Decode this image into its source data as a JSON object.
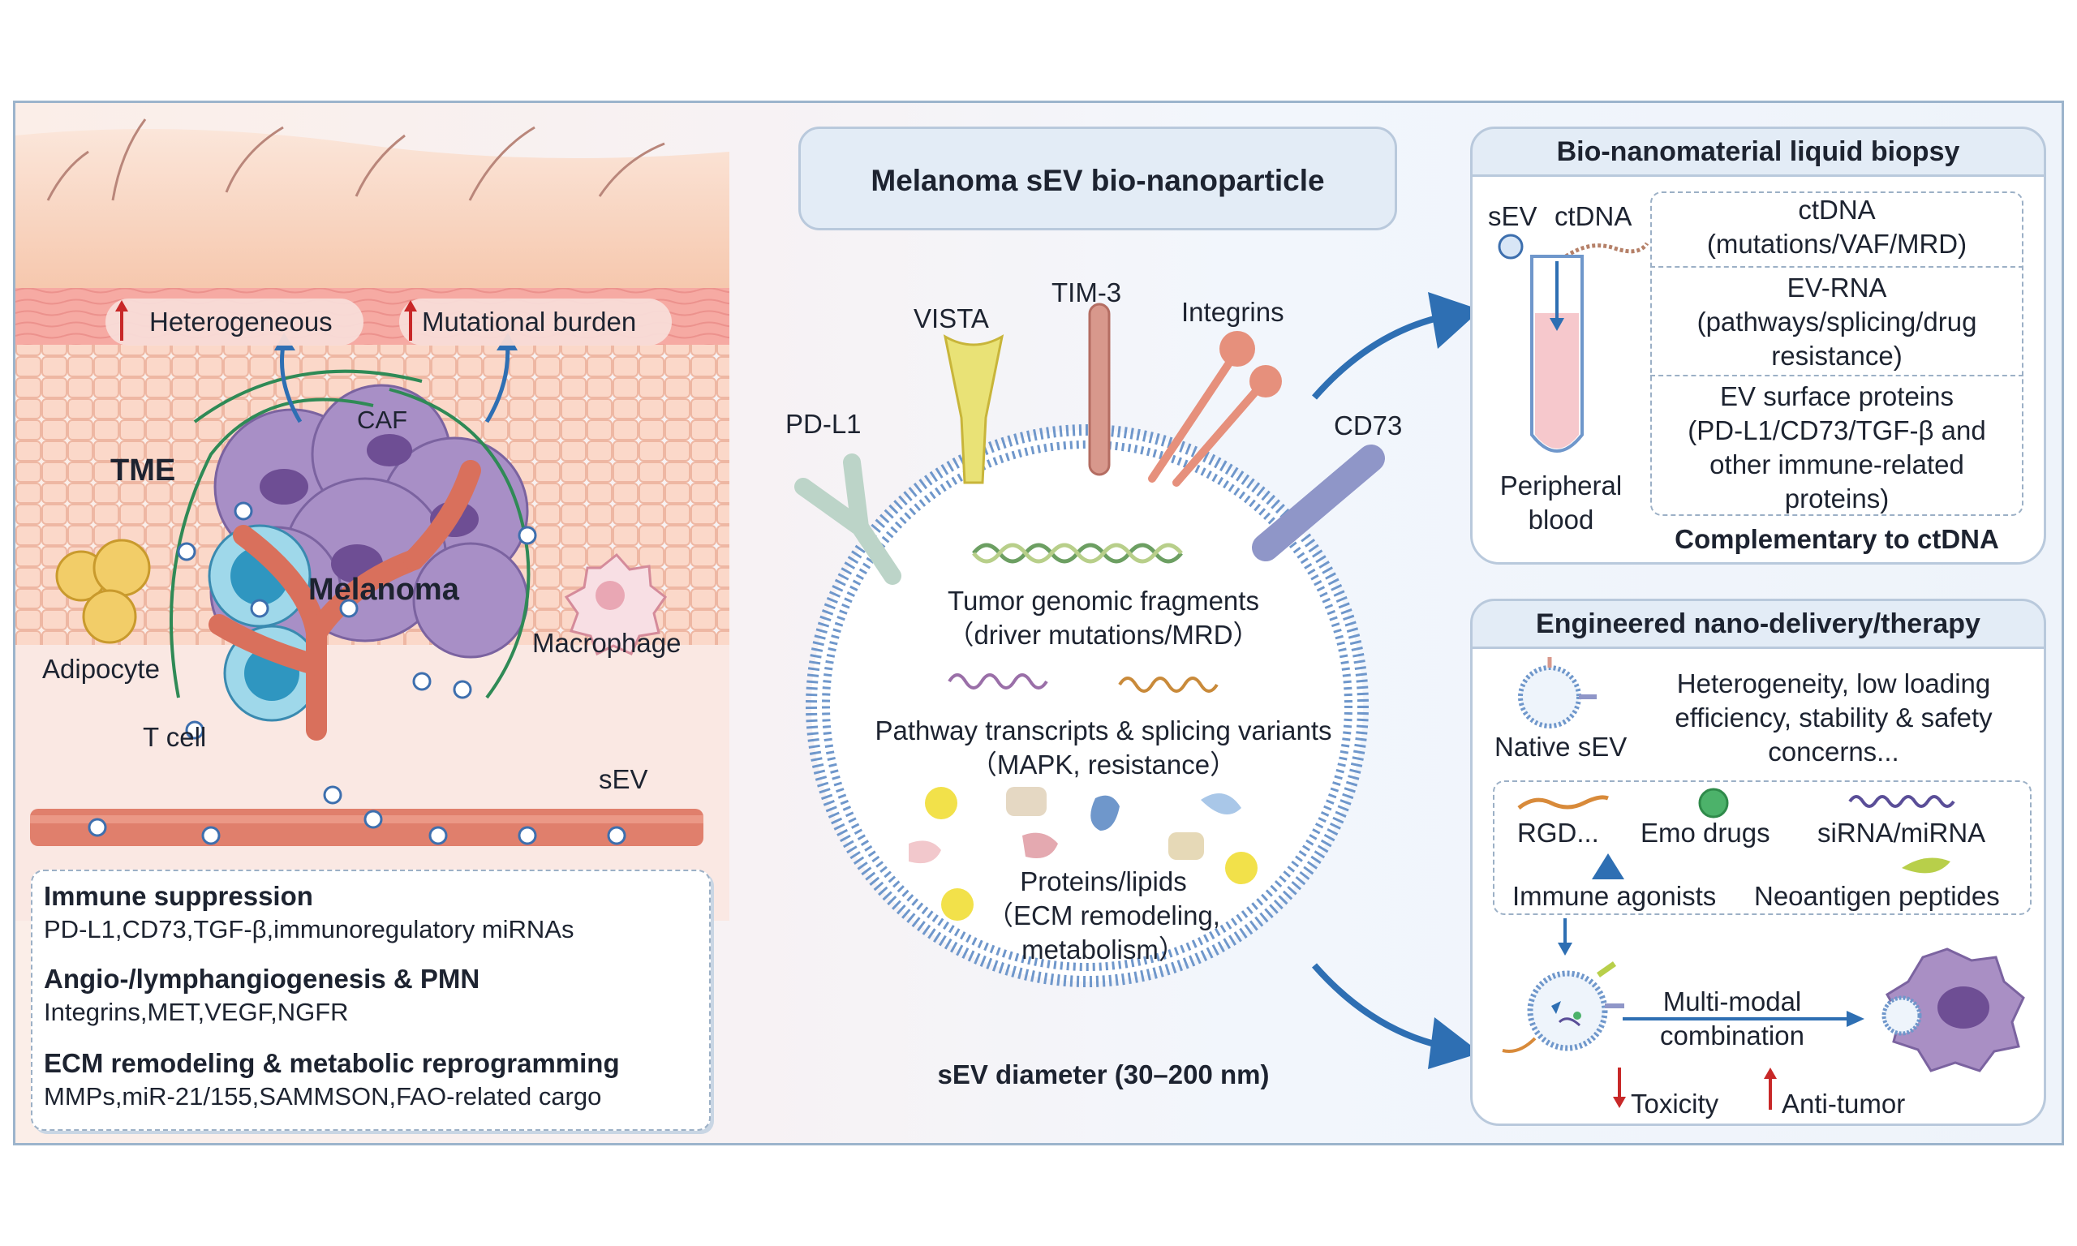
{
  "colors": {
    "frame_border": "#9cb4cc",
    "title_bg": "#e3ecf6",
    "skin": "#f6c9ad",
    "dermis": "#f5a6a0",
    "tumor": "#a98fc4",
    "vessel": "#d9705c",
    "membrane": "#6f97cb",
    "arrow_blue": "#2e6fb3",
    "arrow_red": "#c82828"
  },
  "left_panel": {
    "heterogeneous": "Heterogeneous",
    "mutational_burden": "Mutational burden",
    "tme": "TME",
    "caf": "CAF",
    "melanoma": "Melanoma",
    "macrophage": "Macrophage",
    "adipocyte": "Adipocyte",
    "t_cell": "T cell",
    "sev": "sEV"
  },
  "summary": {
    "sections": [
      {
        "heading": "Immune suppression",
        "text": "PD-L1,CD73,TGF-β,immunoregulatory miRNAs"
      },
      {
        "heading": "Angio-/lymphangiogenesis & PMN",
        "text": "Integrins,MET,VEGF,NGFR"
      },
      {
        "heading": "ECM remodeling & metabolic reprogramming",
        "text": "MMPs,miR-21/155,SAMMSON,FAO-related cargo"
      }
    ]
  },
  "center": {
    "title": "Melanoma sEV bio-nanoparticle",
    "markers": {
      "pdl1": "PD-L1",
      "vista": "VISTA",
      "tim3": "TIM-3",
      "integrins": "Integrins",
      "cd73": "CD73"
    },
    "cargo": {
      "dna_line1": "Tumor genomic fragments",
      "dna_line2": "（driver mutations/MRD）",
      "rna_line1": "Pathway transcripts & splicing variants",
      "rna_line2": "（MAPK, resistance）",
      "prot_line1": "Proteins/lipids",
      "prot_line2": "（ECM remodeling,",
      "prot_line3": "metabolism）"
    },
    "diameter": "sEV diameter  (30–200 nm)"
  },
  "biopsy": {
    "title": "Bio-nanomaterial liquid biopsy",
    "sev": "sEV",
    "ctdna": "ctDNA",
    "blood_line1": "Peripheral",
    "blood_line2": "blood",
    "rows": [
      {
        "l1": "ctDNA",
        "l2": "(mutations/VAF/MRD)",
        "l3": "",
        "l4": ""
      },
      {
        "l1": "EV-RNA",
        "l2": "(pathways/splicing/drug",
        "l3": "resistance)",
        "l4": ""
      },
      {
        "l1": "EV surface proteins",
        "l2": "(PD-L1/CD73/TGF-β and",
        "l3": "other immune-related",
        "l4": "proteins)"
      }
    ],
    "footer": "Complementary to ctDNA"
  },
  "therapy": {
    "title": "Engineered nano-delivery/therapy",
    "native": "Native sEV",
    "concern_l1": "Heterogeneity, low loading",
    "concern_l2": "efficiency, stability & safety",
    "concern_l3": "concerns...",
    "rgd": "RGD...",
    "emo": "Emo drugs",
    "sirna": "siRNA/miRNA",
    "agonists": "Immune agonists",
    "neoantigen": "Neoantigen peptides",
    "multi_l1": "Multi-modal",
    "multi_l2": "combination",
    "toxicity": "Toxicity",
    "antitumor": "Anti-tumor"
  }
}
